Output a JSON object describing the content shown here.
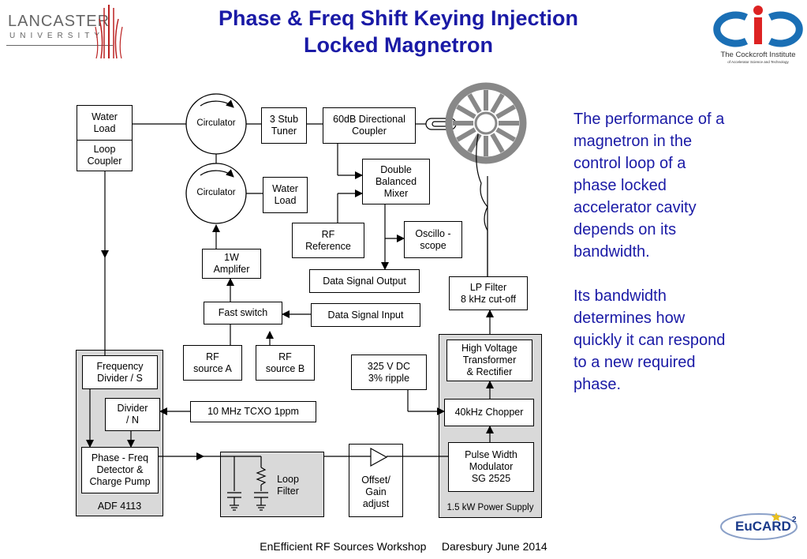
{
  "title_line1": "Phase & Freq Shift Keying Injection",
  "title_line2": "Locked Magnetron",
  "logos": {
    "lancaster_line1": "LANCASTER",
    "lancaster_line2": "UNIVERSITY",
    "cockcroft_line1": "The Cockcroft Institute",
    "cockcroft_line2": "of Accelerator Science and Technology",
    "eucard": "EuCARD",
    "eucard_sup": "2"
  },
  "side_text": {
    "para1": "The performance of a magnetron in the control loop of a phase locked accelerator cavity depends on its bandwidth.",
    "para2": "Its bandwidth determines how quickly it can respond to a new required phase."
  },
  "footer": "EnEfficient RF Sources Workshop     Daresbury June 2014",
  "diagram": {
    "water_load_top": "Water\nLoad",
    "loop_coupler": "Loop\nCoupler",
    "circulator_top": "Circulator",
    "circulator_bottom": "Circulator",
    "stub_tuner": "3 Stub\nTuner",
    "directional_coupler": "60dB Directional\nCoupler",
    "water_load_right": "Water\nLoad",
    "mixer": "Double\nBalanced\nMixer",
    "rf_reference": "RF\nReference",
    "oscilloscope": "Oscillo -\nscope",
    "data_signal_output": "Data Signal Output",
    "amplifier": "1W\nAmplifer",
    "fast_switch": "Fast switch",
    "data_signal_input": "Data Signal Input",
    "rf_source_a": "RF\nsource A",
    "rf_source_b": "RF\nsource B",
    "lp_filter": "LP Filter\n8 kHz cut-off",
    "freq_divider": "Frequency\nDivider / S",
    "divider_n": "Divider\n/ N",
    "tcxo": "10 MHz TCXO 1ppm",
    "pfd": "Phase - Freq\nDetector &\nCharge Pump",
    "adf": "ADF 4113",
    "loop_filter": "Loop\nFilter",
    "offset_gain": "Offset/\nGain\nadjust",
    "dc_supply": "325 V DC\n3% ripple",
    "hv_transformer": "High Voltage\nTransformer\n& Rectifier",
    "chopper": "40kHz Chopper",
    "pwm": "Pulse Width\nModulator\nSG 2525",
    "power_supply": "1.5 kW Power Supply"
  }
}
